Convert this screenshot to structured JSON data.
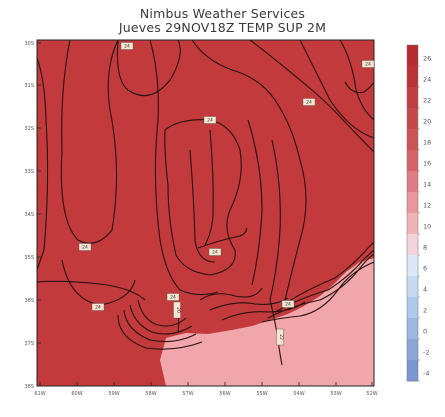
{
  "header": {
    "title": "Nimbus Weather Services",
    "subtitle": "Jueves 29NOV18Z TEMP SUP 2M"
  },
  "colorbar": {
    "labels": [
      "26",
      "24",
      "22",
      "20",
      "18",
      "16",
      "14",
      "12",
      "10",
      "8",
      "6",
      "4",
      "2",
      "0",
      "-2",
      "-4"
    ],
    "colors": [
      "#b42a2d",
      "#bb3337",
      "#c03d40",
      "#c6484b",
      "#cc5457",
      "#d46368",
      "#de7c81",
      "#e8979c",
      "#f0b4b8",
      "#f3d4dc",
      "#dbe8f6",
      "#c5dbf1",
      "#aecbeb",
      "#9ab8e2",
      "#8aa6d8",
      "#7c96cf"
    ]
  },
  "map": {
    "land_color": "#c23a3b",
    "sea_color": "#f0a6aa",
    "contour_color": "#2a1010",
    "contour_labels": [
      "24",
      "24",
      "24",
      "24",
      "24",
      "24",
      "24",
      "24",
      "24"
    ],
    "side_labels": [
      "20",
      "22"
    ],
    "lat_labels": [
      "30S",
      "31S",
      "32S",
      "33S",
      "34S",
      "35S",
      "36S",
      "37S",
      "38S"
    ],
    "lon_labels": [
      "61W",
      "60W",
      "59W",
      "58W",
      "57W",
      "56W",
      "55W",
      "54W",
      "53W",
      "52W"
    ]
  }
}
